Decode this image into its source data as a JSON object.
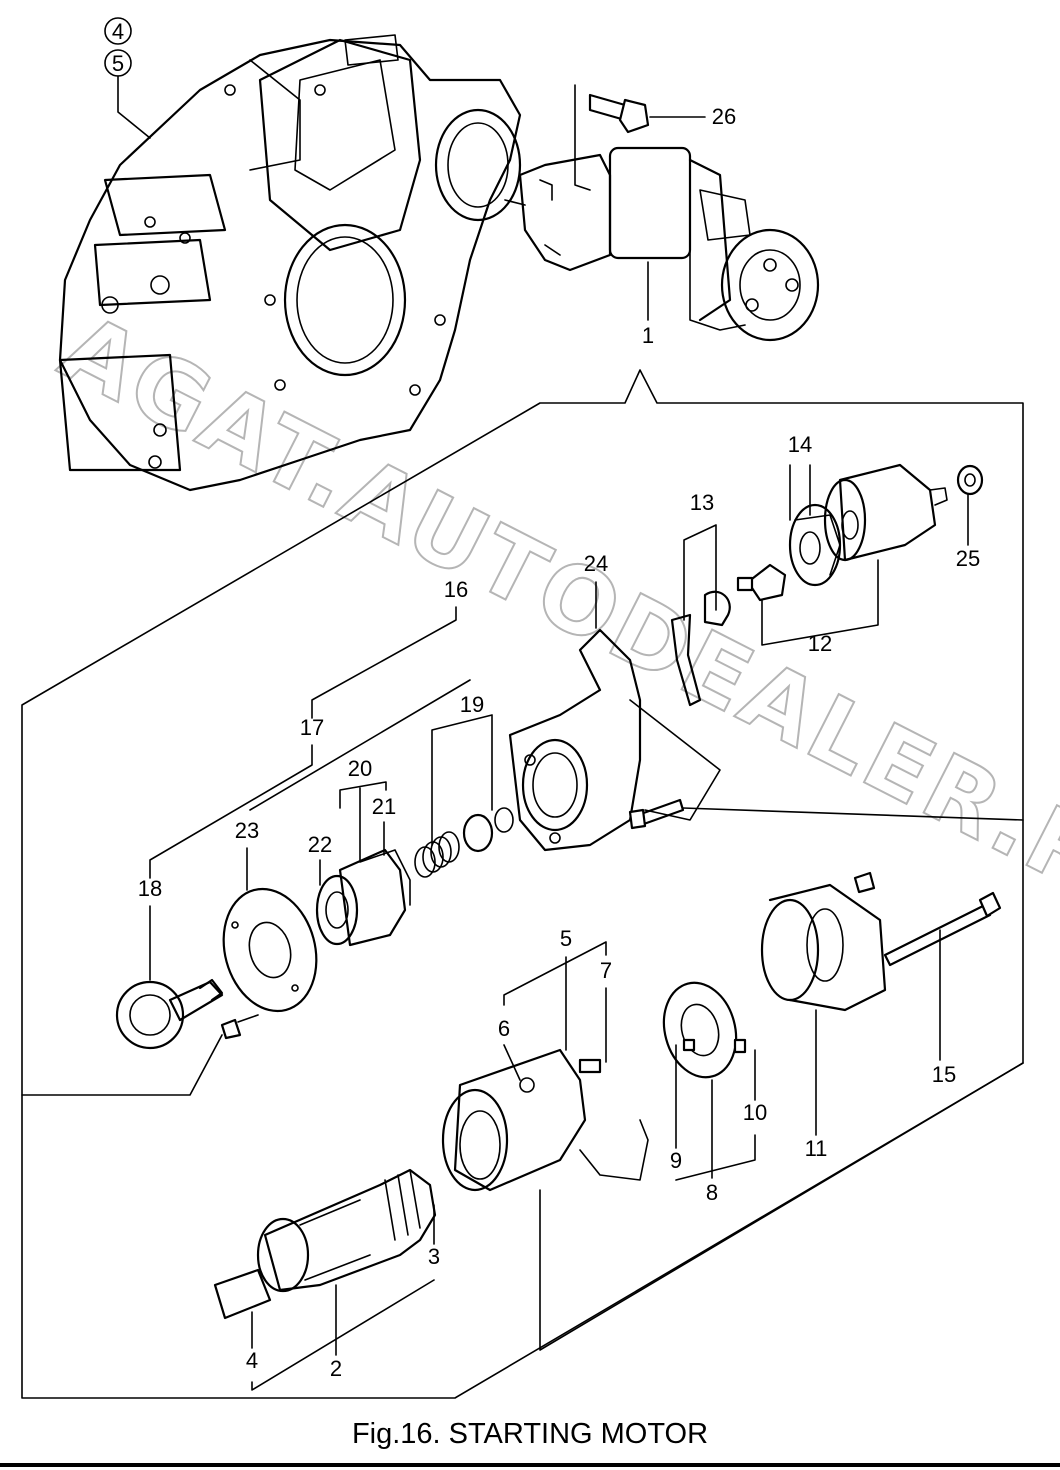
{
  "caption": "Fig.16.  STARTING MOTOR",
  "watermark": "AGAT.AUTODEALER.RU",
  "circled_labels": [
    "4",
    "5"
  ],
  "callouts": {
    "c1": "1",
    "c2": "2",
    "c3": "3",
    "c4": "4",
    "c5": "5",
    "c6": "6",
    "c7": "7",
    "c8": "8",
    "c9": "9",
    "c10": "10",
    "c11": "11",
    "c12": "12",
    "c13": "13",
    "c14": "14",
    "c15": "15",
    "c16": "16",
    "c17": "17",
    "c18": "18",
    "c19": "19",
    "c20": "20",
    "c21": "21",
    "c22": "22",
    "c23": "23",
    "c24": "24",
    "c25": "25",
    "c26": "26"
  }
}
